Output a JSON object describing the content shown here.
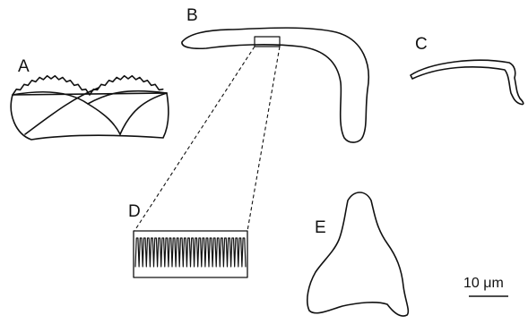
{
  "panels": {
    "a": "A",
    "b": "B",
    "c": "C",
    "d": "D",
    "e": "E"
  },
  "scale_bar": {
    "label": "10 μm"
  }
}
